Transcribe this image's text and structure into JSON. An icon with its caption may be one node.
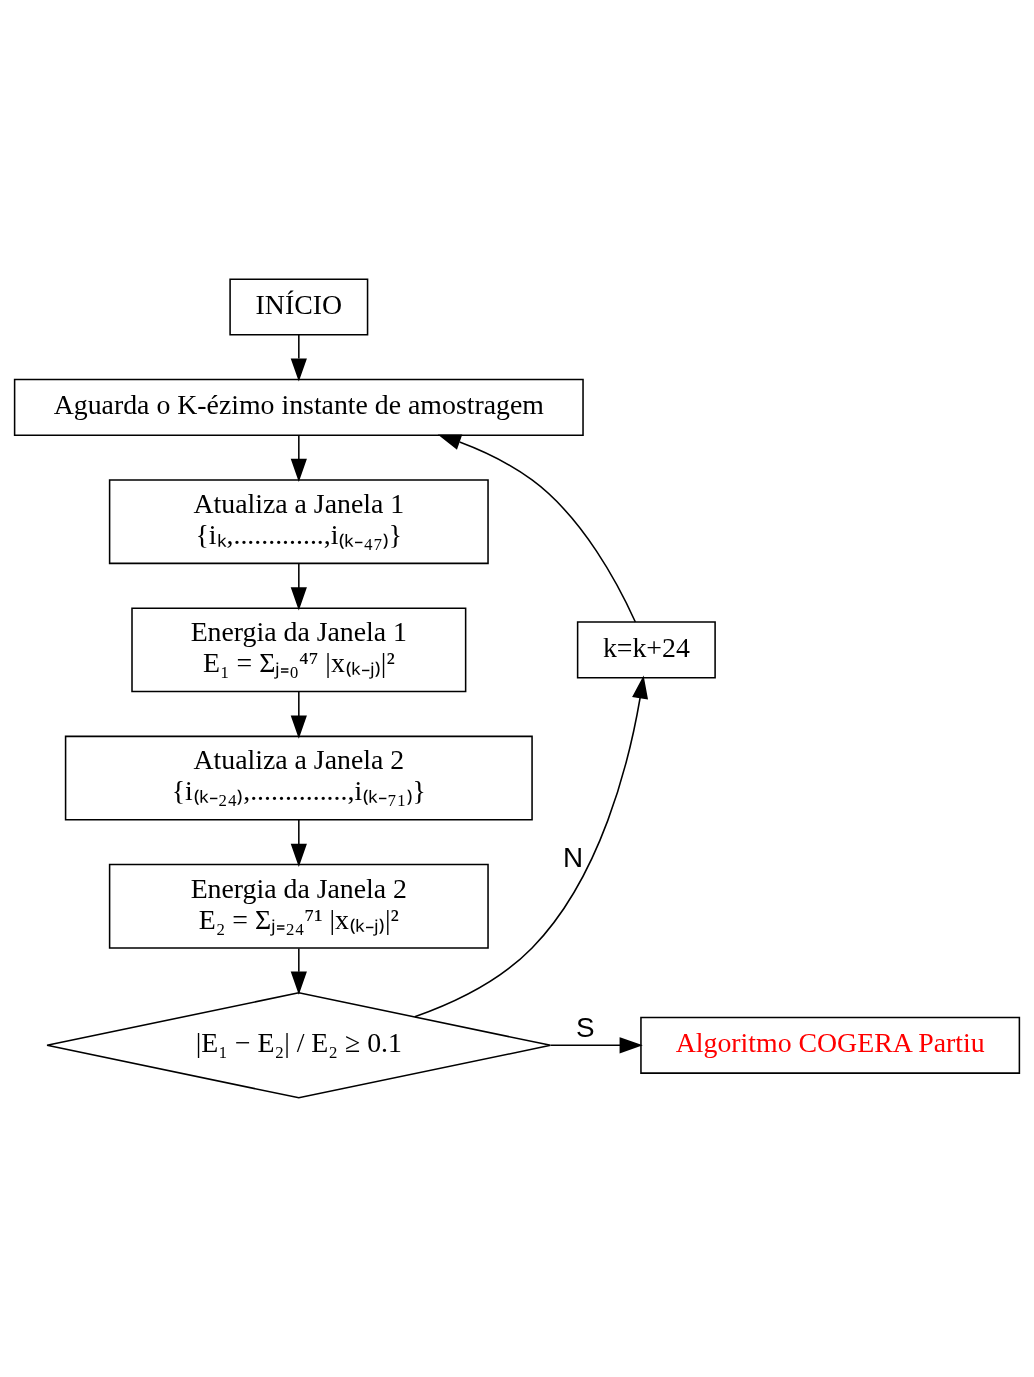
{
  "diagram": {
    "nodes": [
      {
        "text": [
          "INÍCIO"
        ]
      },
      {
        "text": [
          "Aguarda o K-ézimo instante de amostragem"
        ]
      },
      {
        "text": [
          "Atualiza a Janela 1",
          "{iₖ,.............,i₍ₖ₋₄₇₎}"
        ]
      },
      {
        "text": [
          "Energia da Janela 1",
          "E₁ = Σⱼ₌₀⁴⁷ |x₍ₖ₋ⱼ₎|²"
        ]
      },
      {
        "text": [
          "Atualiza a Janela 2",
          "{i₍ₖ₋₂₄₎,..............,i₍ₖ₋₇₁₎}"
        ]
      },
      {
        "text": [
          "Energia da Janela 2",
          "E₂ = Σⱼ₌₂₄⁷¹ |x₍ₖ₋ⱼ₎|²"
        ]
      },
      {
        "text": [
          "|E₁ − E₂| / E₂ ≥ 0.1"
        ]
      },
      {
        "text": [
          "Algoritmo COGERA Partiu"
        ]
      },
      {
        "text": [
          "k=k+24"
        ]
      }
    ],
    "edges": [
      {
        "from": 0,
        "to": 1,
        "arrow": "to"
      },
      {
        "from": 1,
        "to": 2,
        "arrow": "to"
      },
      {
        "from": 2,
        "to": 3,
        "arrow": "to"
      },
      {
        "from": 3,
        "to": 4,
        "arrow": "to"
      },
      {
        "from": 4,
        "to": 5,
        "arrow": "to"
      },
      {
        "from": 5,
        "to": 6,
        "arrow": "to"
      },
      {
        "from": 6,
        "to": 7,
        "label": "S",
        "arrow": "to"
      },
      {
        "from": 6,
        "to": 8,
        "label": "N",
        "arrow": "to"
      },
      {
        "from": 8,
        "to": 1,
        "arrow": "to"
      }
    ]
  }
}
